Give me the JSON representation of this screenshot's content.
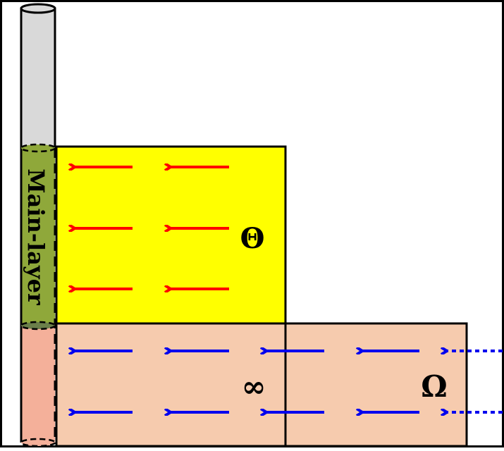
{
  "labels": {
    "main_layer": "Main-layer",
    "theta": "Θ",
    "infinity": "∞",
    "omega": "Ω"
  },
  "colors": {
    "yellow_region": "#ffff00",
    "peach_region": "#f6cbae",
    "pipe_gray": "#d9d9d9",
    "pipe_olive": "#8fa83a",
    "pipe_salmon": "#f4b09a",
    "red_arrow": "#ff0000",
    "blue_arrow": "#0000ee",
    "outline": "#000000"
  },
  "arrows": {
    "red_rows": 3,
    "red_per_row": 2,
    "blue_rows": 2,
    "blue_per_row": 4,
    "dotted_inflow_rows": 2
  }
}
